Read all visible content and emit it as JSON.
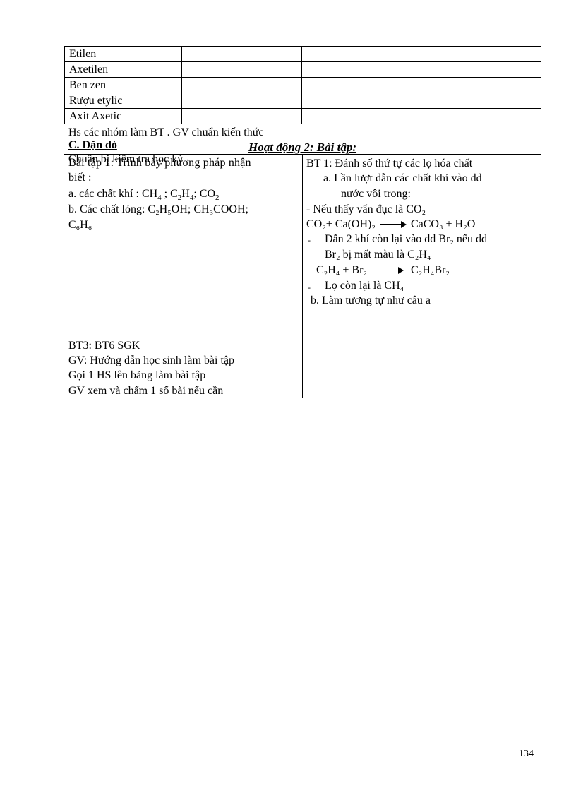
{
  "table": {
    "rows": [
      {
        "name": "Etilen"
      },
      {
        "name": "Axetilen"
      },
      {
        "name": "Ben zen"
      },
      {
        "name": "Rượu etylic"
      },
      {
        "name": "Axit Axetic"
      }
    ]
  },
  "note": "Hs các nhóm làm BT . GV chuẩn kiến thức",
  "section_c": {
    "title": "C. Dặn dò",
    "text": "Chuẩn bị kiểm tra học kỳ"
  },
  "activity2_title": "Hoạt động 2: Bài tập:",
  "left": {
    "bt1_line1": "Bài tập 1: Trình bày phương pháp nhận",
    "bt1_line2": "biết :",
    "a_label": "a.  các chất khí : CH",
    "a_ch4_sub": "4",
    "a_sep1": " ; C",
    "a_c_sub": "2",
    "a_h": "H",
    "a_h_sub": "4",
    "a_sep2": "; CO",
    "a_co_sub": "2",
    "b_line1": "b. Các chất lỏng: C₂H₅OH; CH₃COOH;",
    "b_line2": "C₆H₆",
    "bt3": "BT3: BT6 SGK",
    "gv1": "GV: Hướng dẫn học sinh làm bài tập",
    "gv2": "Gọi 1 HS lên bảng làm bài tập",
    "gv3": "GV xem và chấm 1 số bài nếu cần"
  },
  "right": {
    "bt1": "BT 1: Đánh số thứ tự các lọ hóa chất",
    "a_item1": "a.  Lần lượt dẫn các chất khí vào dd",
    "a_item2": "nước vôi trong:",
    "turbid": "- Nếu thấy vẩn đục là CO₂",
    "eq1_left": "CO₂+ Ca(OH)₂",
    "eq1_right": "CaCO₃ + H₂O",
    "step2_line1": "Dẫn 2 khí còn lại vào dd Br₂ nếu dd",
    "step2_line2": "Br₂ bị mất màu là C₂H₄",
    "eq2_left": "C₂H₄ + Br₂",
    "eq2_right": "C₂H₄Br₂",
    "step3": "Lọ còn lại là CH₄",
    "part_b": "b. Làm tương tự như câu a"
  },
  "page_number": "134"
}
